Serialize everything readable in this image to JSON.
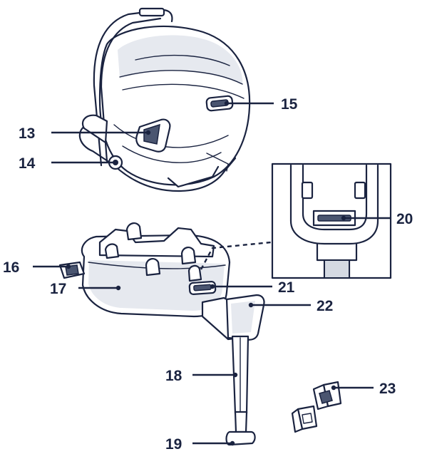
{
  "diagram": {
    "callouts": [
      {
        "id": "13",
        "label": "13"
      },
      {
        "id": "14",
        "label": "14"
      },
      {
        "id": "15",
        "label": "15"
      },
      {
        "id": "16",
        "label": "16"
      },
      {
        "id": "17",
        "label": "17"
      },
      {
        "id": "18",
        "label": "18"
      },
      {
        "id": "19",
        "label": "19"
      },
      {
        "id": "20",
        "label": "20"
      },
      {
        "id": "21",
        "label": "21"
      },
      {
        "id": "22",
        "label": "22"
      },
      {
        "id": "23",
        "label": "23"
      }
    ],
    "colors": {
      "ink": "#1a2340",
      "shade": "#e6e9ef",
      "accent": "#4a5570"
    }
  }
}
